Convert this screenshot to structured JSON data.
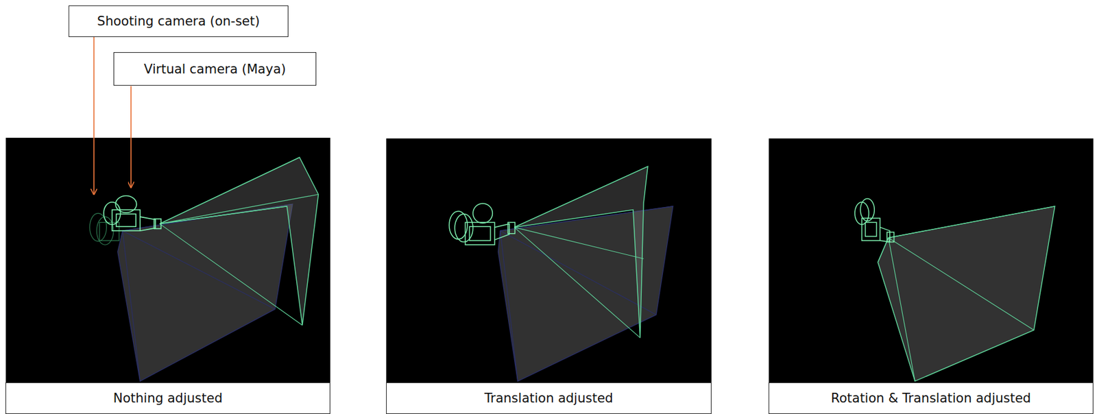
{
  "diagram": {
    "nodes": [
      {
        "text": [
          "Shooting camera (on-set)"
        ]
      },
      {
        "text": [
          "Virtual camera (Maya)"
        ]
      },
      {
        "text": [
          "Nothing adjusted"
        ]
      },
      {
        "text": [
          "Translation adjusted"
        ]
      },
      {
        "text": [
          "Rotation & Translation adjusted"
        ]
      }
    ]
  }
}
